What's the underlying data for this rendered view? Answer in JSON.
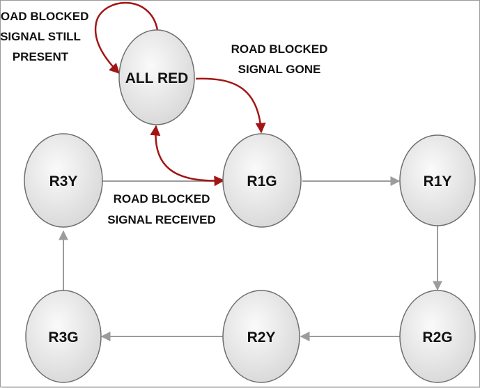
{
  "diagram": {
    "colors": {
      "node_fill_light": "#fafafa",
      "node_fill_dark": "#d6d6d6",
      "node_stroke": "#6e6e6e",
      "gray_arrow": "#9c9c9c",
      "red_arrow": "#a31515"
    },
    "nodes": [
      {
        "id": "all_red",
        "label": "ALL RED"
      },
      {
        "id": "r1g",
        "label": "R1G"
      },
      {
        "id": "r1y",
        "label": "R1Y"
      },
      {
        "id": "r2g",
        "label": "R2G"
      },
      {
        "id": "r2y",
        "label": "R2Y"
      },
      {
        "id": "r3g",
        "label": "R3G"
      },
      {
        "id": "r3y",
        "label": "R3Y"
      }
    ],
    "edges": [
      {
        "from": "r1g",
        "to": "r1y",
        "color": "gray"
      },
      {
        "from": "r1y",
        "to": "r2g",
        "color": "gray"
      },
      {
        "from": "r2g",
        "to": "r2y",
        "color": "gray"
      },
      {
        "from": "r2y",
        "to": "r3g",
        "color": "gray"
      },
      {
        "from": "r3g",
        "to": "r3y",
        "color": "gray"
      },
      {
        "from": "r3y",
        "to": "r1g",
        "color": "gray"
      },
      {
        "from": "all_red",
        "to": "all_red",
        "color": "red"
      },
      {
        "from": "all_red",
        "to": "r1g",
        "color": "red"
      },
      {
        "from": "r1g",
        "to": "all_red",
        "color": "red"
      }
    ],
    "labels": {
      "self_loop": [
        "ROAD BLOCKED",
        "SIGNAL STILL",
        "PRESENT"
      ],
      "gone": [
        "ROAD BLOCKED",
        "SIGNAL GONE"
      ],
      "received": [
        "ROAD BLOCKED",
        "SIGNAL RECEIVED"
      ]
    }
  }
}
